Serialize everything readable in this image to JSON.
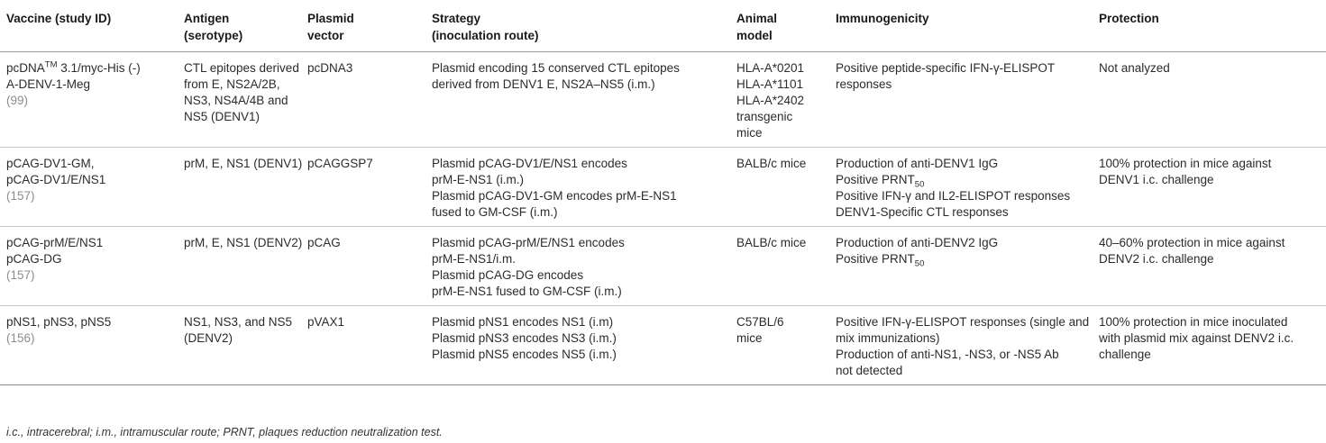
{
  "headers": [
    {
      "lines": [
        "Vaccine (study ID)"
      ]
    },
    {
      "lines": [
        "Antigen",
        "(serotype)"
      ]
    },
    {
      "lines": [
        "Plasmid",
        "vector"
      ]
    },
    {
      "lines": [
        "Strategy",
        "(inoculation route)"
      ]
    },
    {
      "lines": [
        "Animal",
        "model"
      ]
    },
    {
      "lines": [
        "Immunogenicity"
      ]
    },
    {
      "lines": [
        "Protection"
      ]
    }
  ],
  "rows": [
    {
      "vaccine": {
        "line1_pre": "pcDNA",
        "line1_sup": "TM",
        "line1_post": " 3.1/myc-His (-)",
        "line2": "A-DENV-1-Meg",
        "ref": "(99)"
      },
      "antigen": [
        "CTL epitopes derived",
        "from E, NS2A/2B,",
        "NS3, NS4A/4B and",
        "NS5 (DENV1)"
      ],
      "vector": [
        "pcDNA3"
      ],
      "strategy": [
        "Plasmid encoding 15 conserved CTL epitopes",
        "derived from DENV1 E, NS2A–NS5 (i.m.)"
      ],
      "model": [
        "HLA-A*0201",
        "HLA-A*1101",
        "HLA-A*2402",
        "transgenic",
        "mice"
      ],
      "immuno": [
        "Positive peptide-specific IFN-γ-ELISPOT",
        "responses"
      ],
      "protection": [
        "Not analyzed"
      ]
    },
    {
      "vaccine": {
        "line1": "pCAG-DV1-GM,",
        "line2": "pCAG-DV1/E/NS1",
        "ref": "(157)"
      },
      "antigen": [
        "prM, E, NS1 (DENV1)"
      ],
      "vector": [
        "pCAGGSP7"
      ],
      "strategy": [
        "Plasmid pCAG-DV1/E/NS1 encodes",
        "prM-E-NS1 (i.m.)",
        "Plasmid pCAG-DV1-GM encodes prM-E-NS1",
        "fused to GM-CSF (i.m.)"
      ],
      "model": [
        "BALB/c mice"
      ],
      "immuno_l1": "Production of anti-DENV1 IgG",
      "immuno_prnt": "Positive PRNT",
      "immuno_prnt_sub": "50",
      "immuno_l3": "Positive IFN-γ and IL2-ELISPOT responses",
      "immuno_l4": "DENV1-Specific CTL responses",
      "protection": [
        "100% protection in mice against",
        "DENV1 i.c. challenge"
      ]
    },
    {
      "vaccine": {
        "line1": "pCAG-prM/E/NS1",
        "line2": "pCAG-DG",
        "ref": "(157)"
      },
      "antigen": [
        "prM, E, NS1 (DENV2)"
      ],
      "vector": [
        "pCAG"
      ],
      "strategy": [
        "Plasmid pCAG-prM/E/NS1 encodes",
        "prM-E-NS1/i.m.",
        "Plasmid pCAG-DG encodes",
        "prM-E-NS1 fused to GM-CSF (i.m.)"
      ],
      "model": [
        "BALB/c mice"
      ],
      "immuno_l1": "Production of anti-DENV2 IgG",
      "immuno_prnt": "Positive PRNT",
      "immuno_prnt_sub": "50",
      "protection": [
        "40–60% protection in mice against",
        "DENV2 i.c. challenge"
      ]
    },
    {
      "vaccine": {
        "line1": "pNS1, pNS3, pNS5",
        "ref": "(156)"
      },
      "antigen": [
        "NS1, NS3, and NS5",
        "(DENV2)"
      ],
      "vector": [
        "pVAX1"
      ],
      "strategy": [
        "Plasmid pNS1 encodes NS1 (i.m)",
        "Plasmid pNS3 encodes NS3 (i.m.)",
        "Plasmid pNS5 encodes NS5 (i.m.)"
      ],
      "model": [
        "C57BL/6",
        "mice"
      ],
      "immuno": [
        "Positive IFN-γ-ELISPOT responses (single and",
        "mix immunizations)",
        "Production of anti-NS1, -NS3, or -NS5 Ab",
        "not detected"
      ],
      "protection": [
        "100% protection in mice inoculated",
        "with plasmid mix against DENV2 i.c.",
        "challenge"
      ]
    }
  ],
  "footnote": "i.c., intracerebral; i.m., intramuscular route; PRNT, plaques reduction neutralization test."
}
